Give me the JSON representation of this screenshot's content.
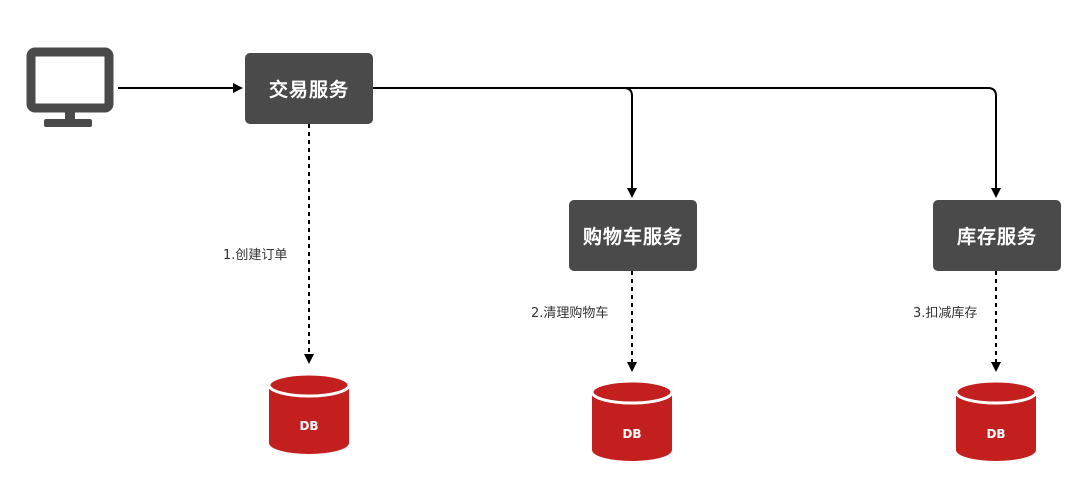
{
  "services": {
    "trade": "交易服务",
    "cart": "购物车服务",
    "stock": "库存服务"
  },
  "steps": {
    "create_order": "1.创建订单",
    "clear_cart": "2.清理购物车",
    "deduct_stock": "3.扣减库存"
  },
  "databases": {
    "trade_db": "DB",
    "cart_db": "DB",
    "stock_db": "DB"
  },
  "icons": {
    "client": "monitor-icon",
    "db": "database-icon"
  },
  "colors": {
    "service_box": "#4a4a4a",
    "database": "#c41f1f",
    "line": "#000000"
  }
}
